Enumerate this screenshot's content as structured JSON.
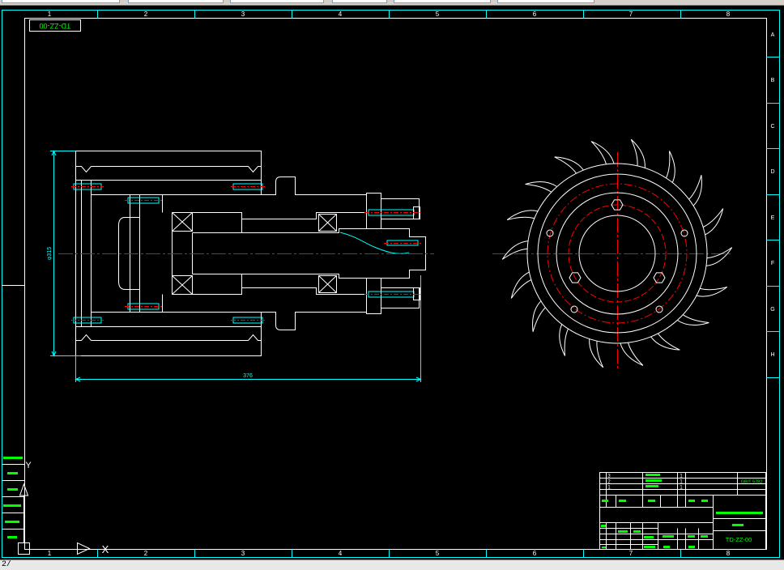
{
  "window": {
    "status_text": "2/"
  },
  "frame": {
    "columns": [
      "1",
      "2",
      "3",
      "4",
      "5",
      "6",
      "7",
      "8"
    ],
    "rows": [
      "A",
      "B",
      "C",
      "D",
      "E",
      "F",
      "G",
      "H"
    ]
  },
  "drawing": {
    "corner_code": "TD-ZZ-00",
    "length_dimension": "376",
    "diameter_dimension": "φ315"
  },
  "title_block": {
    "parts": [
      {
        "no": "3",
        "qty": "1"
      },
      {
        "no": "2",
        "qty": "1"
      },
      {
        "no": "1",
        "qty": "1"
      }
    ],
    "standard": "GB/T 5782",
    "drawing_number": "TD-ZZ-00"
  },
  "ucs_icon": {
    "x_label": "X",
    "y_label": "Y"
  },
  "icons": {
    "ucs": "ucs-icon",
    "x_axis": "x-axis-arrow-icon",
    "y_axis": "y-axis-arrow-icon"
  },
  "colors": {
    "background": "#000000",
    "outer_frame": "#00ffff",
    "geometry": "#ffffff",
    "centerline": "#ff0000",
    "dimension": "#00ffff",
    "annotation_text": "#00ff00",
    "toolbar": "#d4d0c8"
  }
}
